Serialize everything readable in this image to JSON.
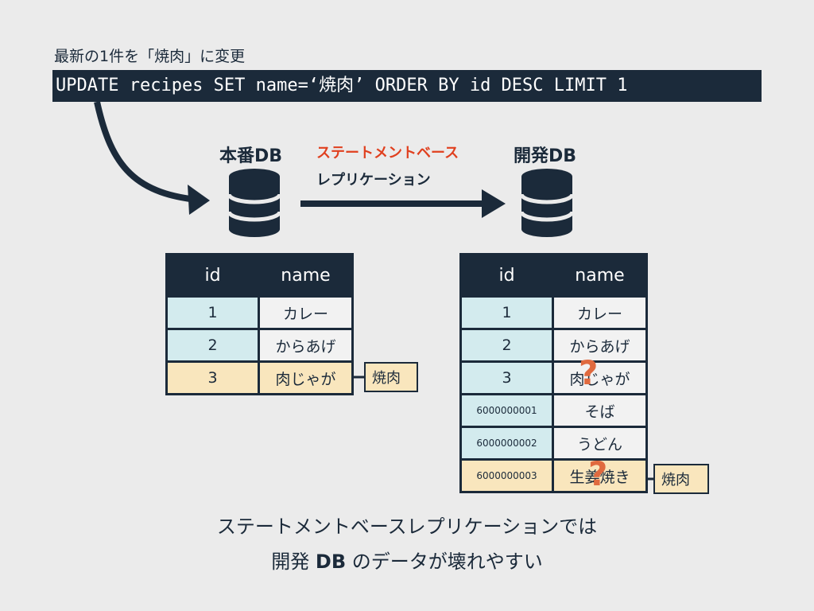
{
  "caption_top": "最新の1件を「焼肉」に変更",
  "sql": "UPDATE recipes SET name=‘焼肉’ ORDER BY id DESC LIMIT 1",
  "prod_db_label": "本番DB",
  "dev_db_label": "開発DB",
  "replication": {
    "line1": "ステートメントベース",
    "line2": "レプリケーション"
  },
  "prod_table": {
    "headers": [
      "id",
      "name"
    ],
    "rows": [
      {
        "id": "1",
        "name": "カレー"
      },
      {
        "id": "2",
        "name": "からあげ"
      },
      {
        "id": "3",
        "name": "肉じゃが"
      }
    ]
  },
  "dev_table": {
    "headers": [
      "id",
      "name"
    ],
    "rows": [
      {
        "id": "1",
        "name": "カレー"
      },
      {
        "id": "2",
        "name": "からあげ"
      },
      {
        "id": "3",
        "name": "肉じゃが"
      },
      {
        "id": "6000000001",
        "name": "そば"
      },
      {
        "id": "6000000002",
        "name": "うどん"
      },
      {
        "id": "6000000003",
        "name": "生姜焼き"
      }
    ]
  },
  "prod_update_tag": "焼肉",
  "dev_update_tag": "焼肉",
  "question_mark": "?",
  "bottom": {
    "line1": "ステートメントベースレプリケーションでは",
    "line2_pre": "開発 ",
    "line2_bold": "DB",
    "line2_post": " のデータが壊れやすい"
  },
  "colors": {
    "navy": "#1b2a3a",
    "accent_red": "#e0401f",
    "highlight": "#f9e6bd",
    "id_cell": "#d3ebee",
    "question": "#e06a3f"
  }
}
